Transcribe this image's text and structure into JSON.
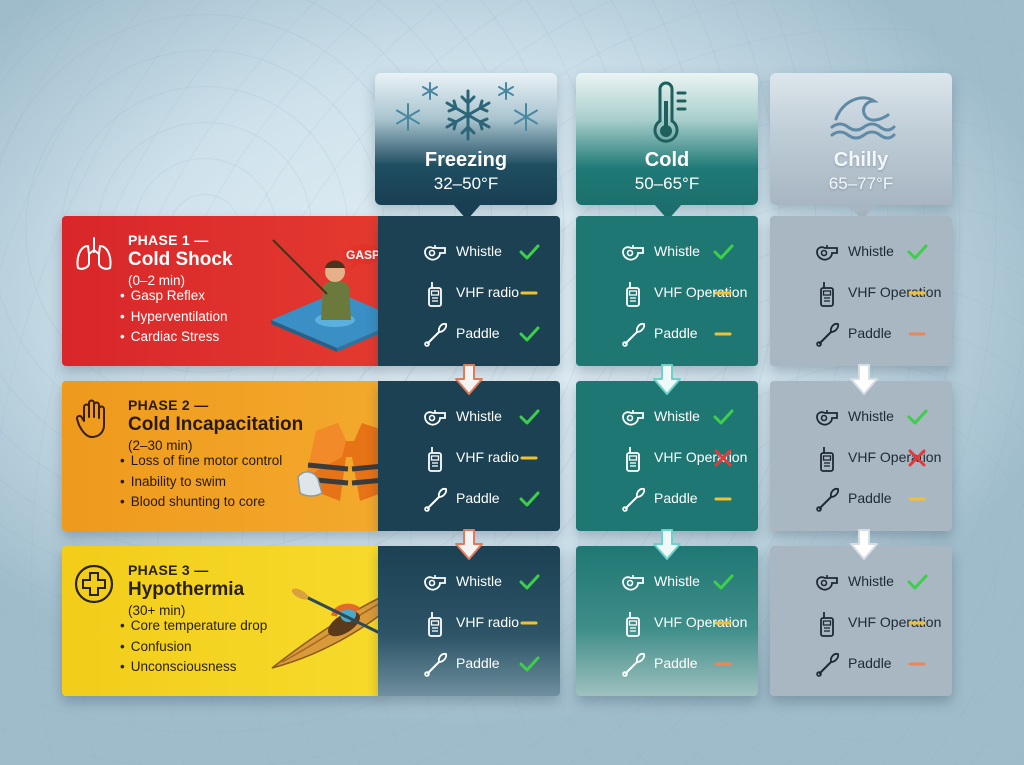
{
  "columns": [
    {
      "id": "freezing",
      "title": "Freezing",
      "range": "32–50°F",
      "icon": "snowflake-icon"
    },
    {
      "id": "cold",
      "title": "Cold",
      "range": "50–65°F",
      "icon": "thermometer-icon"
    },
    {
      "id": "chilly",
      "title": "Chilly",
      "range": "65–77°F",
      "icon": "wave-icon"
    }
  ],
  "phases": [
    {
      "label": "PHASE 1 —",
      "title": "Cold Shock",
      "time": "(0–2 min)",
      "bullets": [
        "Gasp Reflex",
        "Hyperventilation",
        "Cardiac Stress"
      ],
      "bubble": "GASP",
      "icon": "lungs-icon",
      "color": "#d9262a"
    },
    {
      "label": "PHASE 2 —",
      "title": "Cold Incapacitation",
      "time": "(2–30 min)",
      "bullets": [
        "Loss of fine motor control",
        "Inability to swim",
        "Blood shunting to core"
      ],
      "icon": "hand-icon",
      "color": "#ee9a1c"
    },
    {
      "label": "PHASE 3 —",
      "title": "Hypothermia",
      "time": "(30+ min)",
      "bullets": [
        "Core temperature drop",
        "Confusion",
        "Unconsciousness"
      ],
      "icon": "medical-cross-icon",
      "color": "#f2cd1a"
    }
  ],
  "equipment": {
    "freezing": [
      {
        "items": [
          "Whistle",
          "VHF radio",
          "Paddle"
        ],
        "status": [
          "ok",
          "limited",
          "ok"
        ]
      },
      {
        "items": [
          "Whistle",
          "VHF radio",
          "Paddle"
        ],
        "status": [
          "ok",
          "limited",
          "ok"
        ]
      },
      {
        "items": [
          "Whistle",
          "VHF radio",
          "Paddle"
        ],
        "status": [
          "ok",
          "limited",
          "ok"
        ]
      }
    ],
    "cold": [
      {
        "items": [
          "Whistle",
          "VHF Operation",
          "Paddle"
        ],
        "status": [
          "ok",
          "limited",
          "limited"
        ]
      },
      {
        "items": [
          "Whistle",
          "VHF Operation",
          "Paddle"
        ],
        "status": [
          "ok",
          "fail",
          "limited"
        ]
      },
      {
        "items": [
          "Whistle",
          "VHF Operation",
          "Paddle"
        ],
        "status": [
          "ok",
          "limited",
          "poor"
        ]
      }
    ],
    "chilly": [
      {
        "items": [
          "Whistle",
          "VHF Operation",
          "Paddle"
        ],
        "status": [
          "ok",
          "limited",
          "poor"
        ]
      },
      {
        "items": [
          "Whistle",
          "VHF Operation",
          "Paddle"
        ],
        "status": [
          "ok",
          "fail",
          "limited"
        ]
      },
      {
        "items": [
          "Whistle",
          "VHF Operation",
          "Paddle"
        ],
        "status": [
          "ok",
          "limited",
          "poor"
        ]
      }
    ]
  },
  "status_colors": {
    "ok": "#3ecf4a",
    "limited": "#f2c12e",
    "fail": "#e23a3a",
    "poor": "#e8875a"
  }
}
